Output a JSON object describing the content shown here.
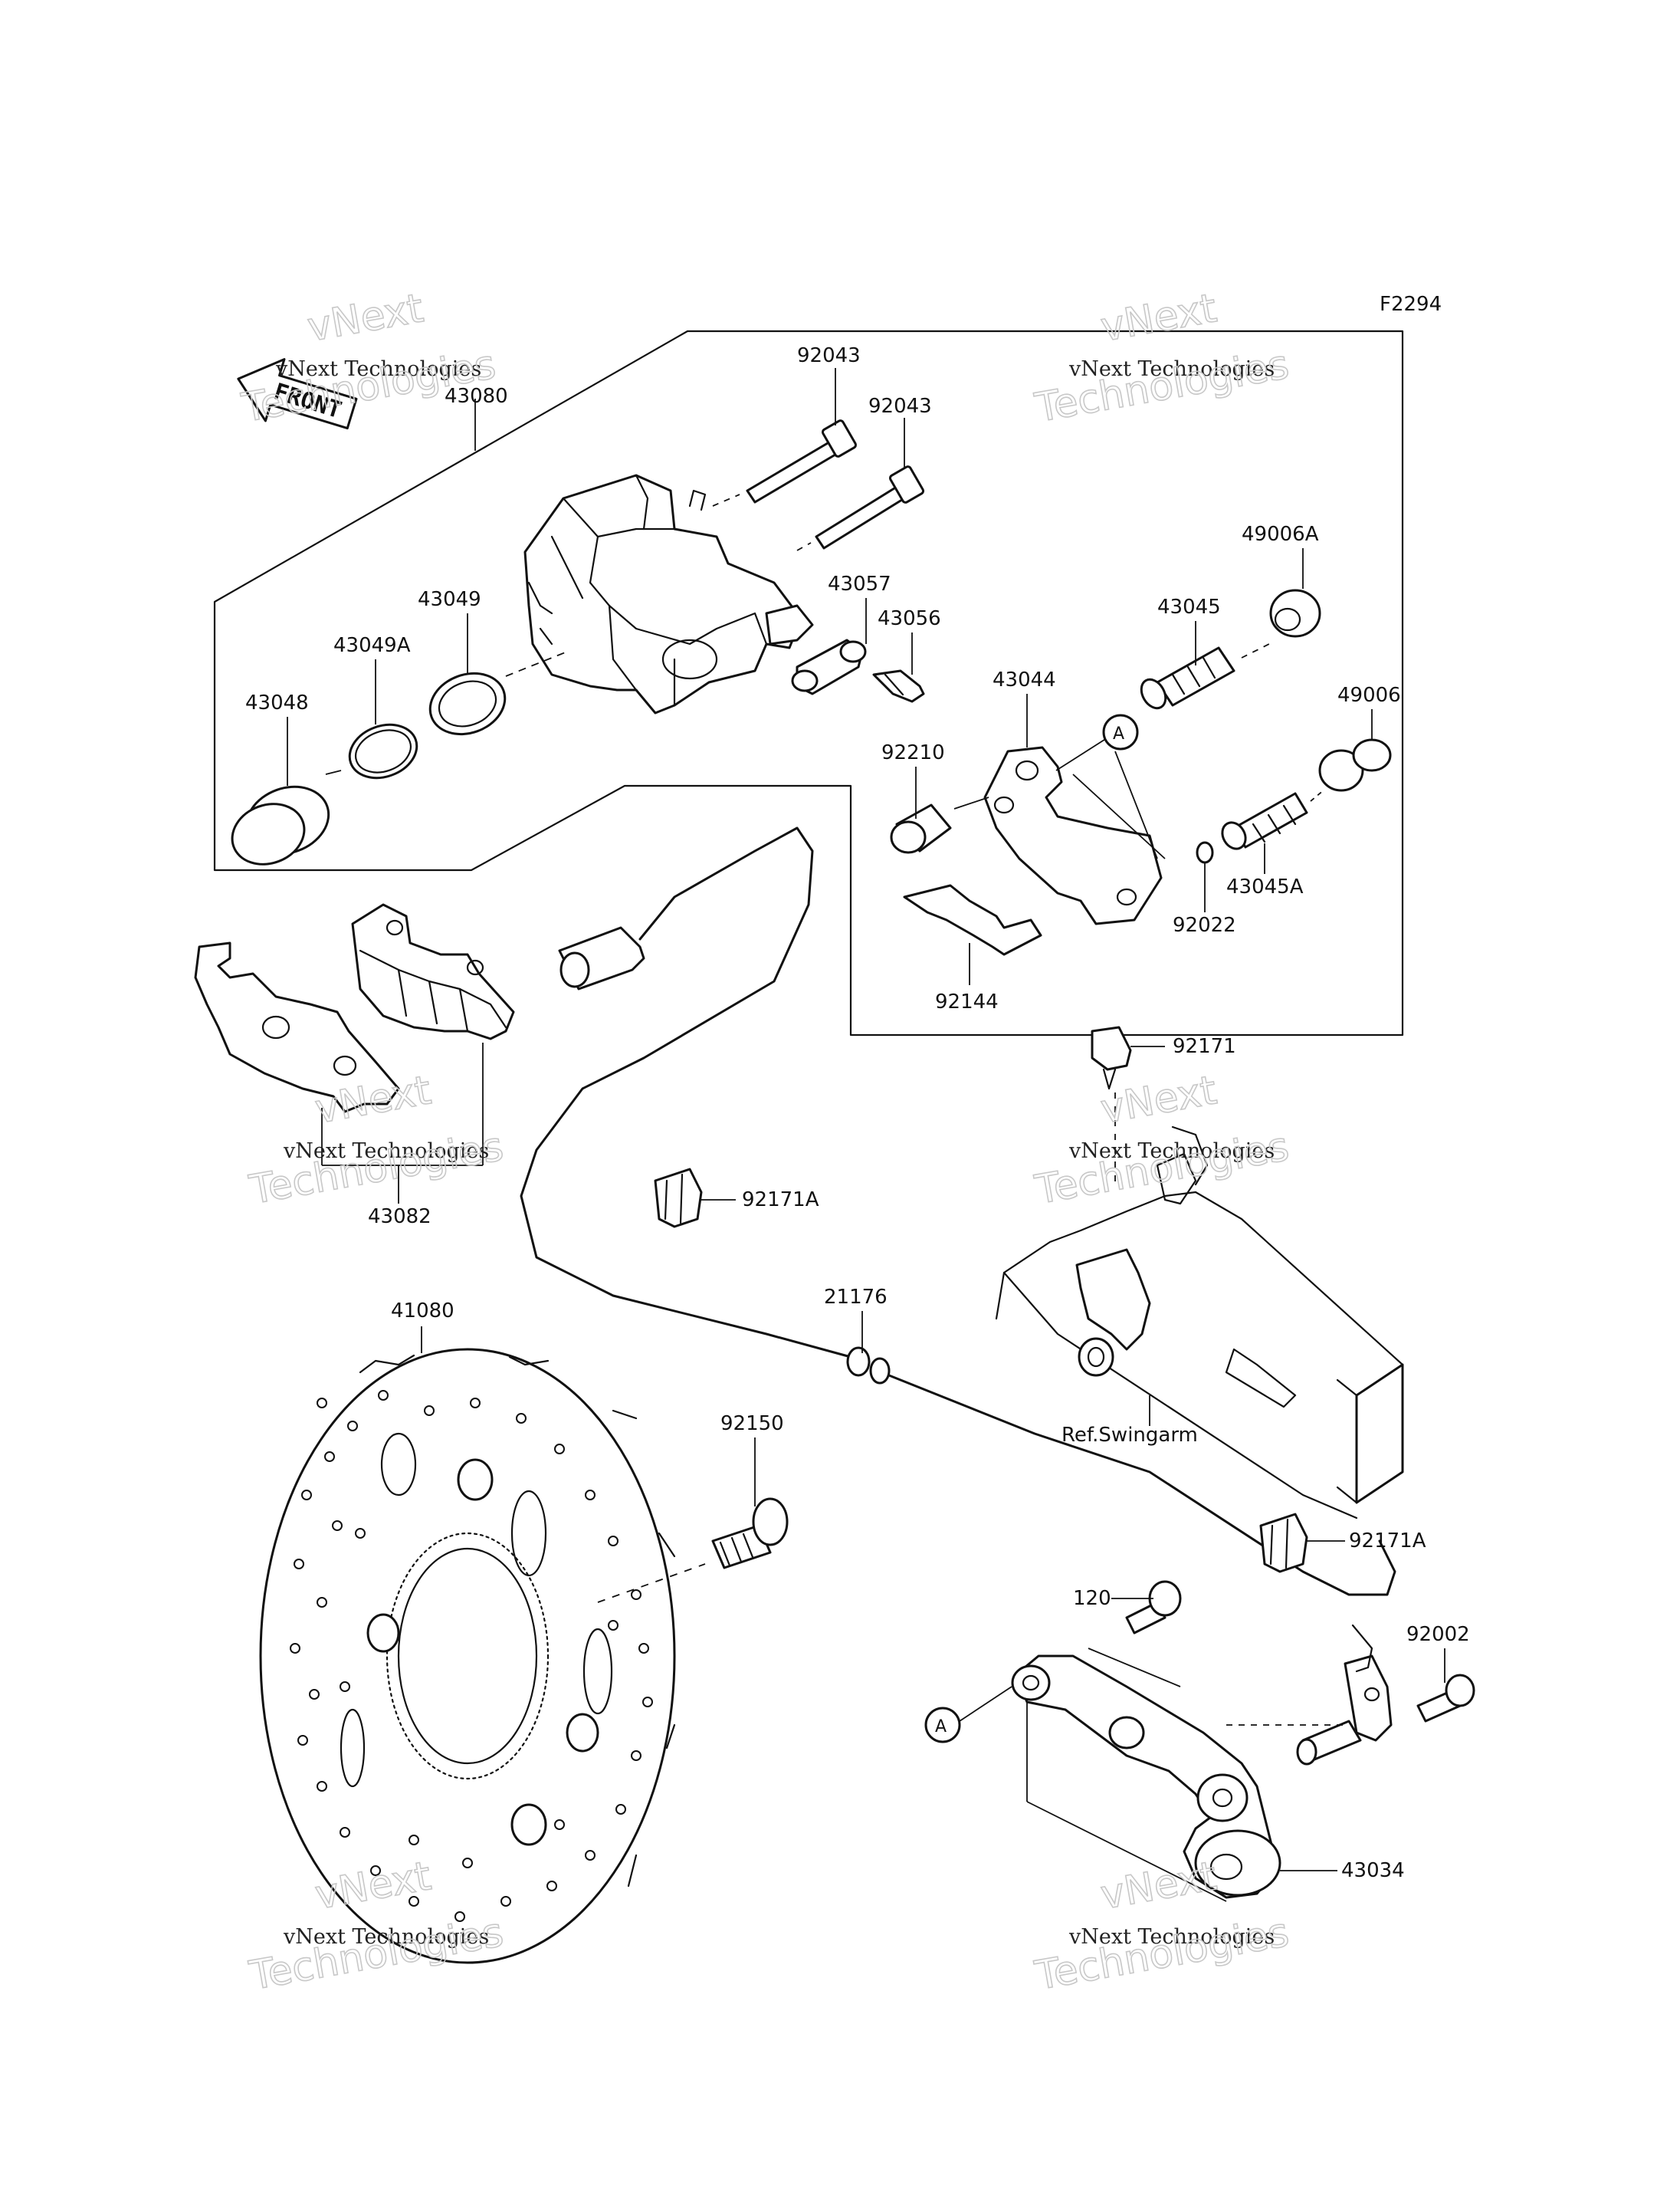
{
  "figure_code": "F2294",
  "front_badge": "FRONT",
  "watermark": {
    "line1": "vNext Technologies",
    "line2": "Technologies",
    "line3": "vNext"
  },
  "parts": {
    "p43080": "43080",
    "p92043a": "92043",
    "p92043b": "92043",
    "p49006A": "49006A",
    "p43045": "43045",
    "p43057": "43057",
    "p43056": "43056",
    "p43049": "43049",
    "p43049A": "43049A",
    "p43048": "43048",
    "p43044": "43044",
    "p49006": "49006",
    "p92210": "92210",
    "p43045A": "43045A",
    "p92022": "92022",
    "p92144": "92144",
    "p43082": "43082",
    "p92171": "92171",
    "p92171A_a": "92171A",
    "p92171A_b": "92171A",
    "p21176": "21176",
    "p41080": "41080",
    "p92150": "92150",
    "p120": "120",
    "p92002": "92002",
    "p43034": "43034"
  },
  "ref_label": "Ref.Swingarm",
  "callouts": {
    "a1": "A",
    "a2": "A"
  }
}
